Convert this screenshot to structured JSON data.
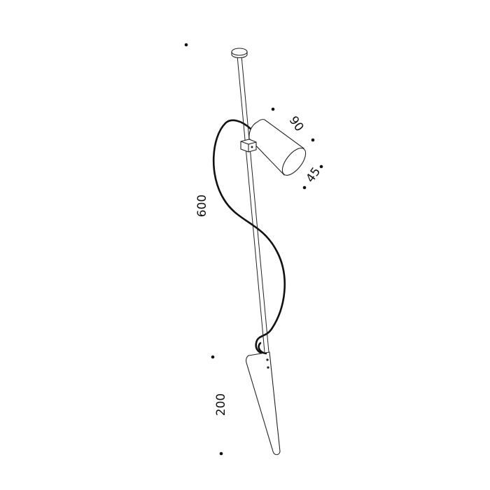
{
  "drawing": {
    "subject": "spike lamp with adjustable spotlight head",
    "line_color": "#222222",
    "background": "#ffffff",
    "dimensions": {
      "pole_height": "600",
      "spike_length": "200",
      "head_length": "90",
      "head_diameter": "45"
    }
  }
}
